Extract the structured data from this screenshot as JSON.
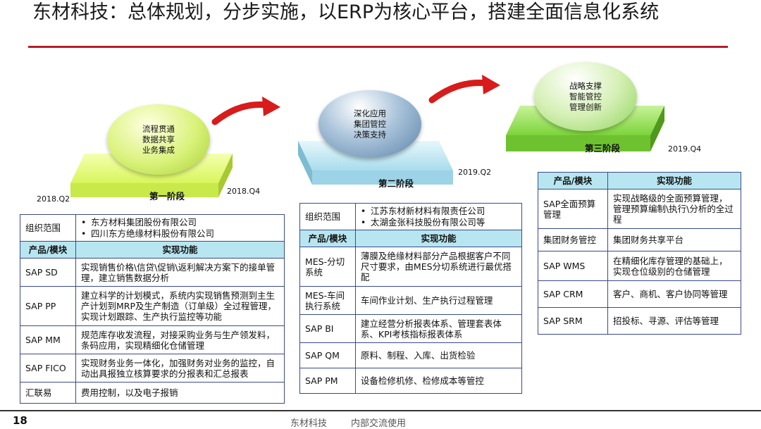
{
  "title": "东材科技：总体规划，分步实施，以ERP为核心平台，搭建全面信息化系统",
  "footer": {
    "page": "18",
    "company": "东材科技",
    "note": "内部交流使用"
  },
  "stages": [
    {
      "label": "第一阶段",
      "bubble": [
        "流程贯通",
        "数据共享",
        "业务集成"
      ],
      "start": "2018.Q2",
      "end": "2018.Q4"
    },
    {
      "label": "第二阶段",
      "bubble": [
        "深化应用",
        "集团管控",
        "决策支持"
      ],
      "end": "2019.Q2"
    },
    {
      "label": "第三阶段",
      "bubble": [
        "战略支撑",
        "智能管控",
        "管理创新"
      ],
      "end": "2019.Q4"
    }
  ],
  "colors": {
    "accent": "#b71c2c",
    "header_bg": "#b8e6f0",
    "border": "#3b4a8a"
  },
  "table1": {
    "scope_label": "组织范围",
    "scope": [
      "东方材料集团股份有限公司",
      "四川东方绝缘材料股份有限公司"
    ],
    "head_module": "产品/模块",
    "head_function": "实现功能",
    "rows": [
      {
        "m": "SAP SD",
        "f": "实现销售价格\\信贷\\促销\\返利解决方案下的接单管理，建立销售数据分析"
      },
      {
        "m": "SAP PP",
        "f": "建立科学的计划模式，系统内实现销售预测到主生产计划到MRP及生产制造（订单级）全过程管理，实现计划跟踪、生产执行监控等功能"
      },
      {
        "m": "SAP MM",
        "f": "规范库存收发流程，对接采购业务与生产领发料，条码应用，实现精细化仓储管理"
      },
      {
        "m": "SAP FICO",
        "f": "实现财务业务一体化，加强财务对业务的监控，自动出具报独立核算要求的分报表和汇总报表"
      },
      {
        "m": "汇联易",
        "f": "费用控制，以及电子报销"
      }
    ]
  },
  "table2": {
    "scope_label": "组织范围",
    "scope": [
      "江苏东材新材料有限责任公司",
      "太湖金张科技股份有限公司等"
    ],
    "head_module": "产品/模块",
    "head_function": "实现功能",
    "rows": [
      {
        "m": "MES-分切系统",
        "f": "薄膜及绝缘材料部分产品根据客户不同尺寸要求，由MES分切系统进行最优搭配"
      },
      {
        "m": "MES-车间执行系统",
        "f": "车间作业计划、生产执行过程管理"
      },
      {
        "m": "SAP BI",
        "f": "建立经营分析报表体系、管理套表体系、KPI考核指标报表体系"
      },
      {
        "m": "SAP QM",
        "f": "原料、制程、入库、出货检验"
      },
      {
        "m": "SAP PM",
        "f": "设备检修机修、检修成本等管控"
      }
    ]
  },
  "table3": {
    "head_module": "产品/模块",
    "head_function": "实现功能",
    "rows": [
      {
        "m": "SAP全面预算管理",
        "f": "实现战略级的全面预算管理，管理预算编制\\执行\\分析的全过程"
      },
      {
        "m": "集团财务管控",
        "f": "集团财务共享平台"
      },
      {
        "m": "SAP WMS",
        "f": "在精细化库存管理的基础上，实现仓位级别的仓储管理"
      },
      {
        "m": "SAP CRM",
        "f": "客户、商机、客户协同等管理"
      },
      {
        "m": "SAP SRM",
        "f": "招投标、寻源、评估等管理"
      }
    ]
  }
}
